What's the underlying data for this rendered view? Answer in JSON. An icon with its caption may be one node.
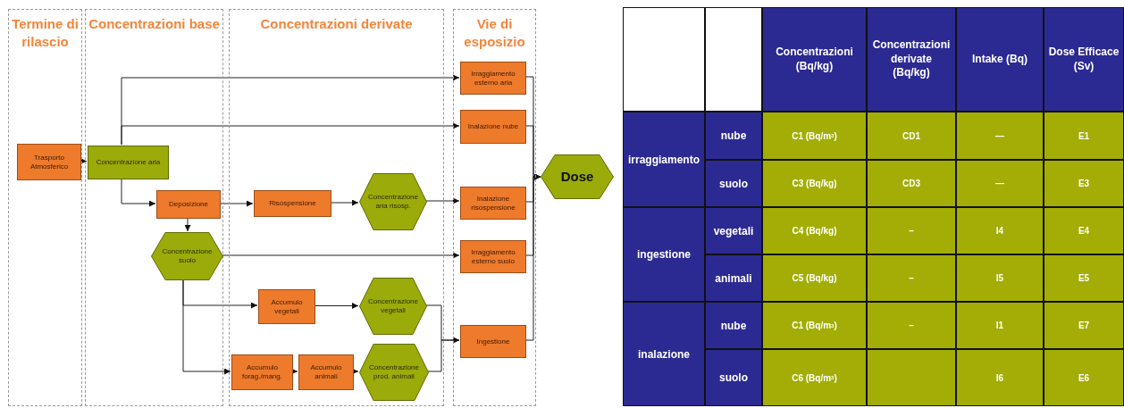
{
  "diagram": {
    "nodes": [
      {
        "text": [
          "Termine di rilascio"
        ]
      },
      {
        "text": [
          "Concentrazioni base"
        ]
      },
      {
        "text": [
          "Concentrazioni derivate"
        ]
      },
      {
        "text": [
          "Vie di esposizio"
        ]
      },
      {
        "text": [
          "Trasporto Atmosferico"
        ],
        "in": 0
      },
      {
        "text": [
          "Concentrazione aria"
        ],
        "in": 1
      },
      {
        "text": [
          "Deposizione"
        ],
        "in": 1
      },
      {
        "text": [
          "Concentrazione suolo"
        ],
        "in": 1
      },
      {
        "text": [
          "Risospensione"
        ],
        "in": 2
      },
      {
        "text": [
          "Concentrazione aria risosp."
        ],
        "in": 2
      },
      {
        "text": [
          "Accumulo vegetali"
        ],
        "in": 2
      },
      {
        "text": [
          "Concentrazione vegetali"
        ],
        "in": 2
      },
      {
        "text": [
          "Accumulo forag./mang."
        ],
        "in": 2
      },
      {
        "text": [
          "Accumulo animali"
        ],
        "in": 2
      },
      {
        "text": [
          "Concentrazione prod. animali"
        ],
        "in": 2
      },
      {
        "text": [
          "Irraggiamento esterno aria"
        ],
        "in": 3
      },
      {
        "text": [
          "Inalazione nube"
        ],
        "in": 3
      },
      {
        "text": [
          "Inalazione risospensione"
        ],
        "in": 3
      },
      {
        "text": [
          "Irraggiamento esterno suolo"
        ],
        "in": 3
      },
      {
        "text": [
          "Ingestione"
        ],
        "in": 3
      },
      {
        "text": [
          "Dose"
        ]
      }
    ],
    "edges": [
      {
        "from": 4,
        "to": 5,
        "arrow": "to"
      },
      {
        "from": 5,
        "to": 15,
        "arrow": "to"
      },
      {
        "from": 5,
        "to": 16,
        "arrow": "to"
      },
      {
        "from": 5,
        "to": 6,
        "arrow": "to"
      },
      {
        "from": 6,
        "to": 8,
        "arrow": "to"
      },
      {
        "from": 8,
        "to": 9,
        "arrow": "to"
      },
      {
        "from": 9,
        "to": 17,
        "arrow": "to"
      },
      {
        "from": 6,
        "to": 7,
        "arrow": "to"
      },
      {
        "from": 7,
        "to": 18,
        "arrow": "to"
      },
      {
        "from": 7,
        "to": 10,
        "arrow": "to"
      },
      {
        "from": 7,
        "to": 12,
        "arrow": "to"
      },
      {
        "from": 10,
        "to": 11,
        "arrow": "to"
      },
      {
        "from": 12,
        "to": 13,
        "arrow": "to"
      },
      {
        "from": 13,
        "to": 14,
        "arrow": "to"
      },
      {
        "from": 11,
        "to": 19,
        "arrow": "to"
      },
      {
        "from": 14,
        "to": 19,
        "arrow": "to"
      },
      {
        "from": 15,
        "to": 20,
        "arrow": "to"
      },
      {
        "from": 16,
        "to": 20,
        "arrow": "to"
      },
      {
        "from": 17,
        "to": 20,
        "arrow": "to"
      },
      {
        "from": 18,
        "to": 20,
        "arrow": "to"
      },
      {
        "from": 19,
        "to": 20,
        "arrow": "to"
      }
    ],
    "labels": [
      "Concentrazioni (Bq/kg)",
      "Concentrazioni derivate (Bq/kg)",
      "Intake (Bq)",
      "Dose Efficace (Sv)",
      "irraggiamento",
      "nube",
      "C1 (Bq/m$^{3}$)",
      "CD1",
      "—",
      "E1",
      "suolo",
      "C3 (Bq/kg)",
      "CD3",
      "—",
      "E3",
      "ingestione",
      "vegetali",
      "C4 (Bq/kg)",
      "–",
      "I4",
      "E4",
      "animali",
      "C5 (Bq/kg)",
      "–",
      "I5",
      "E5",
      "inalazione",
      "nube",
      "C1 (Bq/m$^{3}$)",
      "–",
      "I1",
      "E7",
      "suolo",
      "C6 (Bq/m$^{3}$)",
      "I6",
      "E6"
    ]
  }
}
